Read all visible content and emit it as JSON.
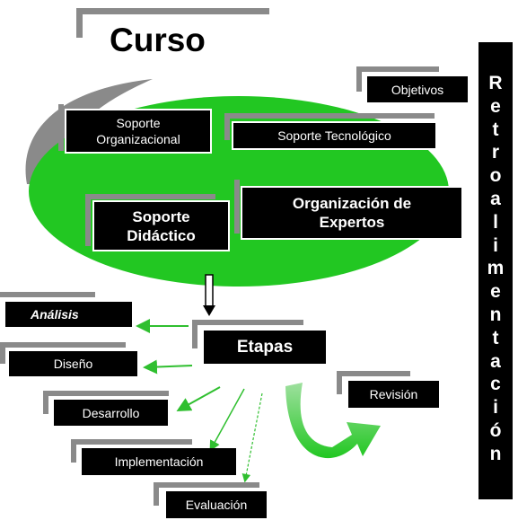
{
  "title": "Curso",
  "side_label": "Retroalimentación",
  "ellipse_boxes": {
    "soporte_organizacional": [
      "Soporte",
      "Organizacional"
    ],
    "soporte_tecnologico": "Soporte Tecnológico",
    "soporte_didactico": [
      "Soporte",
      "Didáctico"
    ],
    "organizacion_expertos": [
      "Organización de",
      "Expertos"
    ]
  },
  "objetivos": "Objetivos",
  "etapas": "Etapas",
  "stages": {
    "analisis": "Análisis",
    "diseno": "Diseño",
    "desarrollo": "Desarrollo",
    "implementacion": "Implementación",
    "evaluacion": "Evaluación"
  },
  "revision": "Revisión",
  "colors": {
    "ellipse_green": "#22c722",
    "shadow_gray": "#8a8a8a",
    "box_black": "#000000",
    "arrow_green": "#2fbf2f"
  }
}
